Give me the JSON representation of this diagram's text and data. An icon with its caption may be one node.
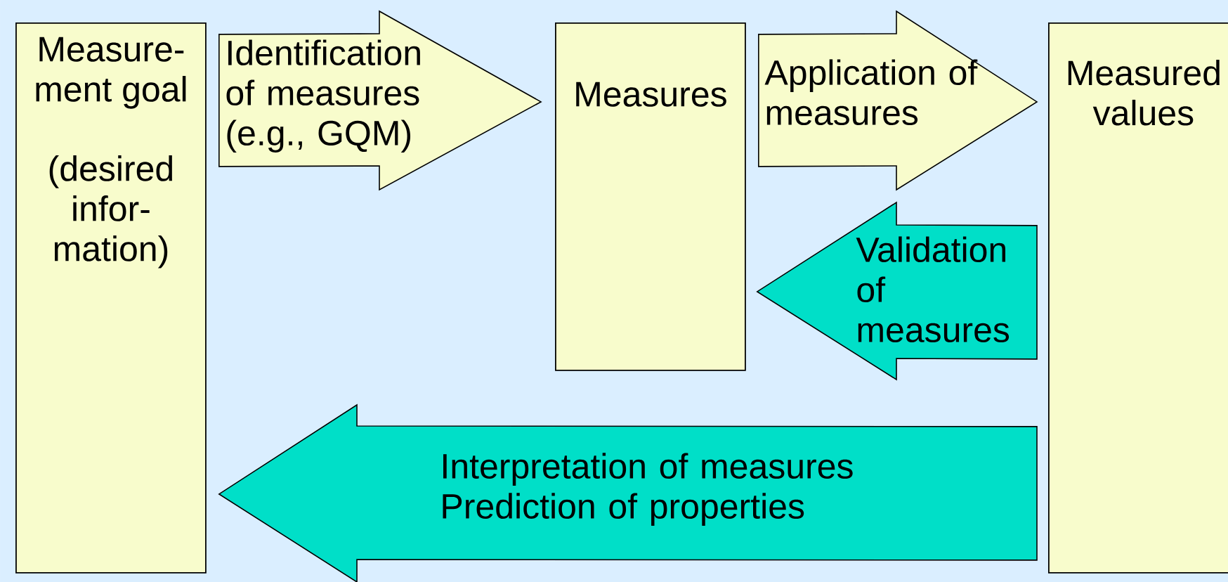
{
  "diagram": {
    "nodes": [
      {
        "text": [
          "Measure-ment goal",
          "(desired infor-mation)"
        ]
      },
      {
        "text": [
          "Measures"
        ]
      },
      {
        "text": [
          "Measured values"
        ]
      }
    ],
    "edges": [
      {
        "from": 0,
        "to": 1,
        "arrow": "to",
        "label": "Identification of measures (e.g., GQM)",
        "color": "#f8fccc"
      },
      {
        "from": 1,
        "to": 2,
        "arrow": "to",
        "label": "Application of measures",
        "color": "#f8fccc"
      },
      {
        "from": 2,
        "to": 1,
        "arrow": "to",
        "label": "Validation of measures",
        "color": "#00dfc8"
      },
      {
        "from": 2,
        "to": 0,
        "arrow": "to",
        "label": "Interpretation of measures Prediction of properties",
        "color": "#00dfc8"
      }
    ]
  }
}
